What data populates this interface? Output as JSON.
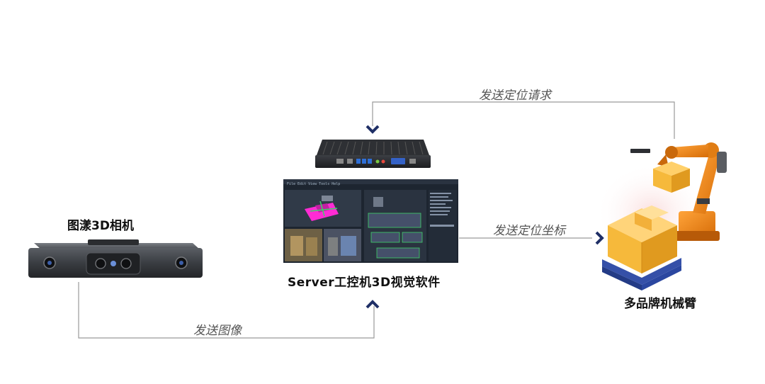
{
  "nodes": {
    "camera": {
      "label": "图漾3D相机"
    },
    "server": {
      "label": "Server工控机3D视觉软件"
    },
    "robot": {
      "label": "多品牌机械臂"
    }
  },
  "edges": {
    "send_image": {
      "label": "发送图像"
    },
    "send_request": {
      "label": "发送定位请求"
    },
    "send_coords": {
      "label": "发送定位坐标"
    }
  },
  "software_ui": {
    "menu": "File  Edit  View  Tools  Help",
    "colors": {
      "bg": "#1d2530",
      "panel": "#2a3340",
      "magenta": "#ff2bd4",
      "green": "#3fd16a"
    }
  },
  "colors": {
    "connector": "#9a9a9a",
    "chevron": "#1f2f66",
    "box": "#f6b93b",
    "pallet": "#3550a8",
    "robot": "#f08c1e"
  },
  "icons": [
    "camera-device",
    "industrial-pc",
    "software-screen",
    "robot-arm",
    "box-stack",
    "pallet",
    "chevron-down-icon",
    "chevron-up-icon",
    "chevron-right-icon"
  ]
}
